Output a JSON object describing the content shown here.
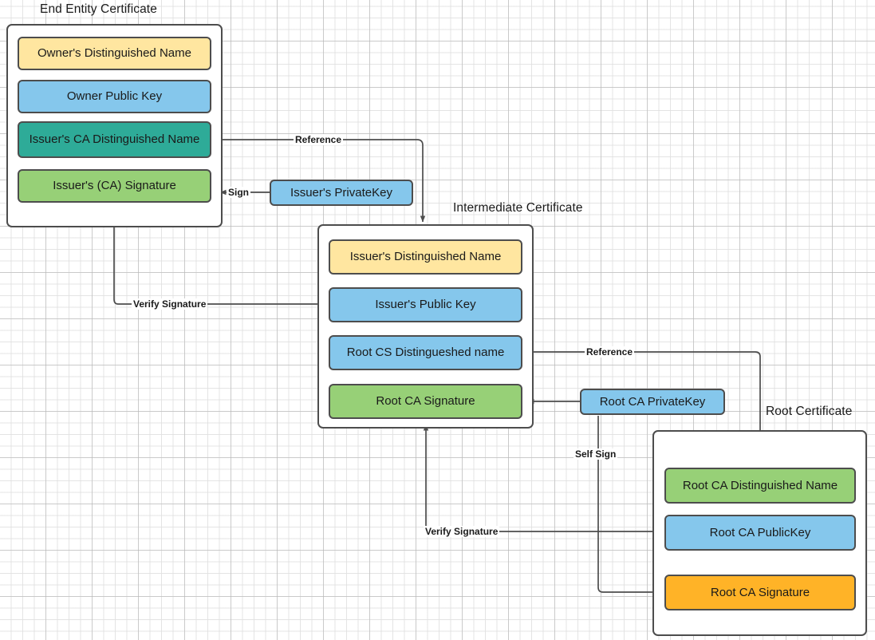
{
  "diagram": {
    "title_visible": false,
    "colors": {
      "yellow": "#ffe6a0",
      "blue": "#85c7ec",
      "teal": "#2eab98",
      "green": "#97d077",
      "orange": "#ffb327",
      "stroke": "#4d4d4d",
      "text": "#1a1a1a",
      "background": "#ffffff"
    }
  },
  "certificates": {
    "end_entity": {
      "title": "End Entity Certificate",
      "fields": [
        {
          "label": "Owner's Distinguished Name",
          "color": "#ffe6a0"
        },
        {
          "label": "Owner Public  Key",
          "color": "#85c7ec"
        },
        {
          "label": "Issuer's CA Distinguished Name",
          "color": "#2eab98"
        },
        {
          "label": "Issuer's (CA) Signature",
          "color": "#97d077"
        }
      ]
    },
    "intermediate": {
      "title": "Intermediate Certificate",
      "fields": [
        {
          "label": "Issuer's Distinguished Name",
          "color": "#ffe6a0"
        },
        {
          "label": "Issuer's Public  Key",
          "color": "#85c7ec"
        },
        {
          "label": "Root CS Distingueshed name",
          "color": "#85c7ec"
        },
        {
          "label": "Root CA Signature",
          "color": "#97d077"
        }
      ]
    },
    "root": {
      "title": "Root Certificate",
      "fields": [
        {
          "label": "Root CA Distinguished Name",
          "color": "#97d077"
        },
        {
          "label": "Root CA PublicKey",
          "color": "#85c7ec"
        },
        {
          "label": "Root CA Signature",
          "color": "#ffb327"
        }
      ]
    }
  },
  "keys": {
    "issuer_private": {
      "label": "Issuer's PrivateKey",
      "color": "#85c7ec"
    },
    "root_private": {
      "label": "Root CA PrivateKey",
      "color": "#85c7ec"
    }
  },
  "edge_labels": {
    "reference_top": "Reference",
    "sign": "Sign",
    "verify_signature_top": "Verify Signature",
    "reference_mid": "Reference",
    "self_sign": "Self Sign",
    "verify_signature_bottom": "Verify Signature"
  }
}
